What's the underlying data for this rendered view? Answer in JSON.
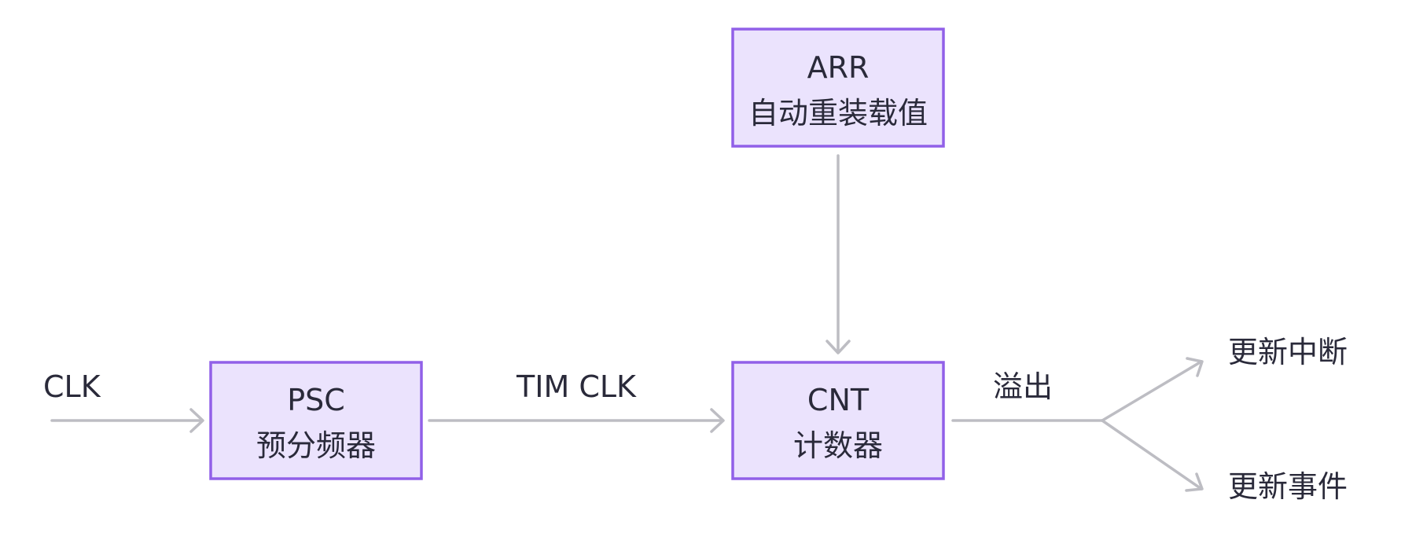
{
  "nodes": {
    "arr": {
      "line1": "ARR",
      "line2": "自动重装载值"
    },
    "psc": {
      "line1": "PSC",
      "line2": "预分频器"
    },
    "cnt": {
      "line1": "CNT",
      "line2": "计数器"
    }
  },
  "labels": {
    "clk": "CLK",
    "tim_clk": "TIM CLK",
    "overflow": "溢出",
    "update_interrupt": "更新中断",
    "update_event": "更新事件"
  }
}
